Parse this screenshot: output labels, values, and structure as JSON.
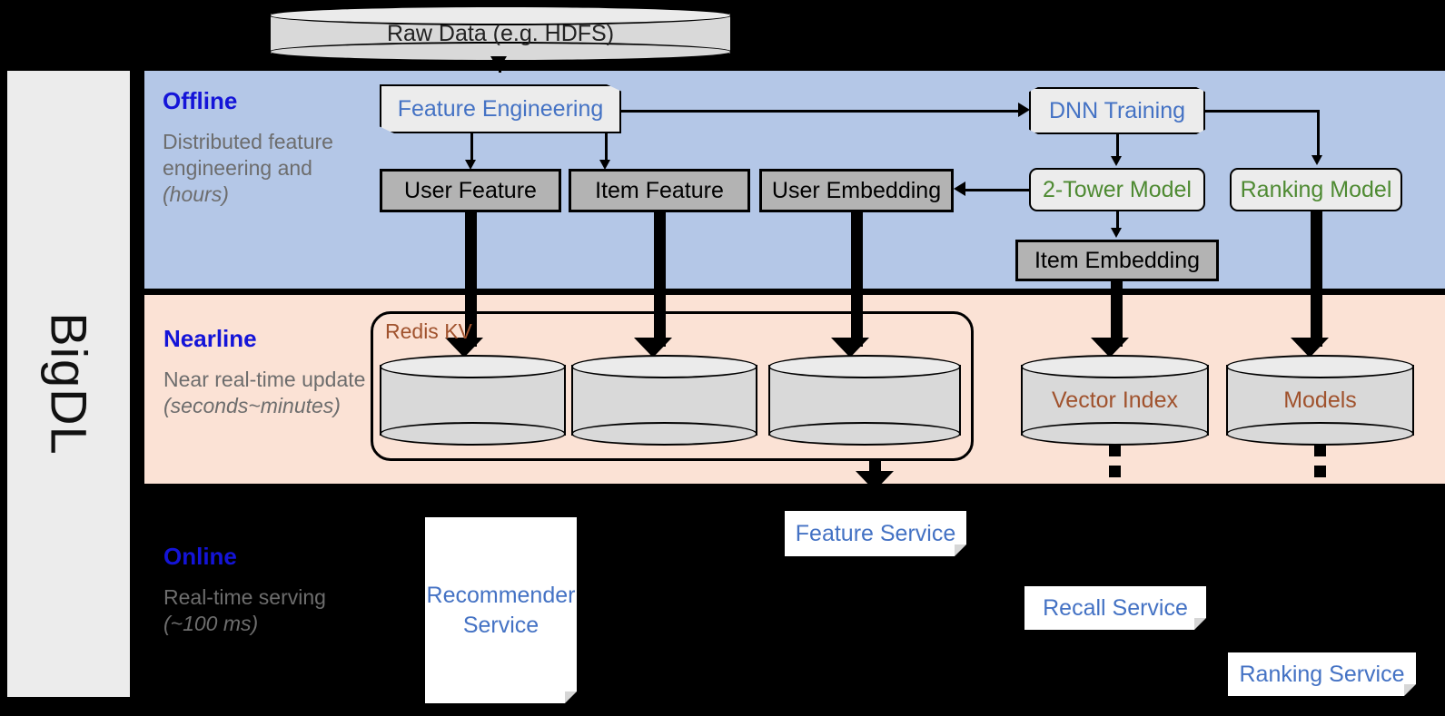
{
  "diagram": {
    "rail_label": "BigDL"
  },
  "source": {
    "raw_data": "Raw Data (e.g. HDFS)"
  },
  "bands": {
    "offline": {
      "title": "Offline",
      "subtitle": "Distributed feature engineering and ",
      "subtitle_italic": "(hours)"
    },
    "nearline": {
      "title": "Nearline",
      "subtitle": "Near real-time update ",
      "subtitle_italic": "(seconds~minutes)"
    },
    "online": {
      "title": "Online",
      "subtitle": "Real-time serving ",
      "subtitle_italic": "(~100 ms)"
    }
  },
  "offline_nodes": {
    "feature_engineering": "Feature Engineering",
    "dnn_training": "DNN Training",
    "user_feature": "User Feature",
    "item_feature": "Item Feature",
    "user_embedding": "User Embedding",
    "two_tower_model": "2-Tower Model",
    "ranking_model": "Ranking Model",
    "item_embedding": "Item Embedding"
  },
  "nearline_nodes": {
    "redis_kv": "Redis KV",
    "store_user_feature": "",
    "store_item_feature": "",
    "store_user_embedding": "",
    "vector_index": "Vector Index",
    "models": "Models"
  },
  "online_nodes": {
    "recommender_service": "Recommender Service",
    "feature_service": "Feature Service",
    "recall_service": "Recall Service",
    "ranking_service": "Ranking Service"
  },
  "colors": {
    "offline_band": "#b4c7e7",
    "nearline_band": "#fbe2d5",
    "online_band": "#000000",
    "accent_blue_text": "#4472c4",
    "accent_green_text": "#4e8a32",
    "accent_brown_text": "#a0522d",
    "band_title_blue": "#1414d8",
    "rail_grey": "#ececec",
    "data_box_grey": "#b3b3b3"
  }
}
